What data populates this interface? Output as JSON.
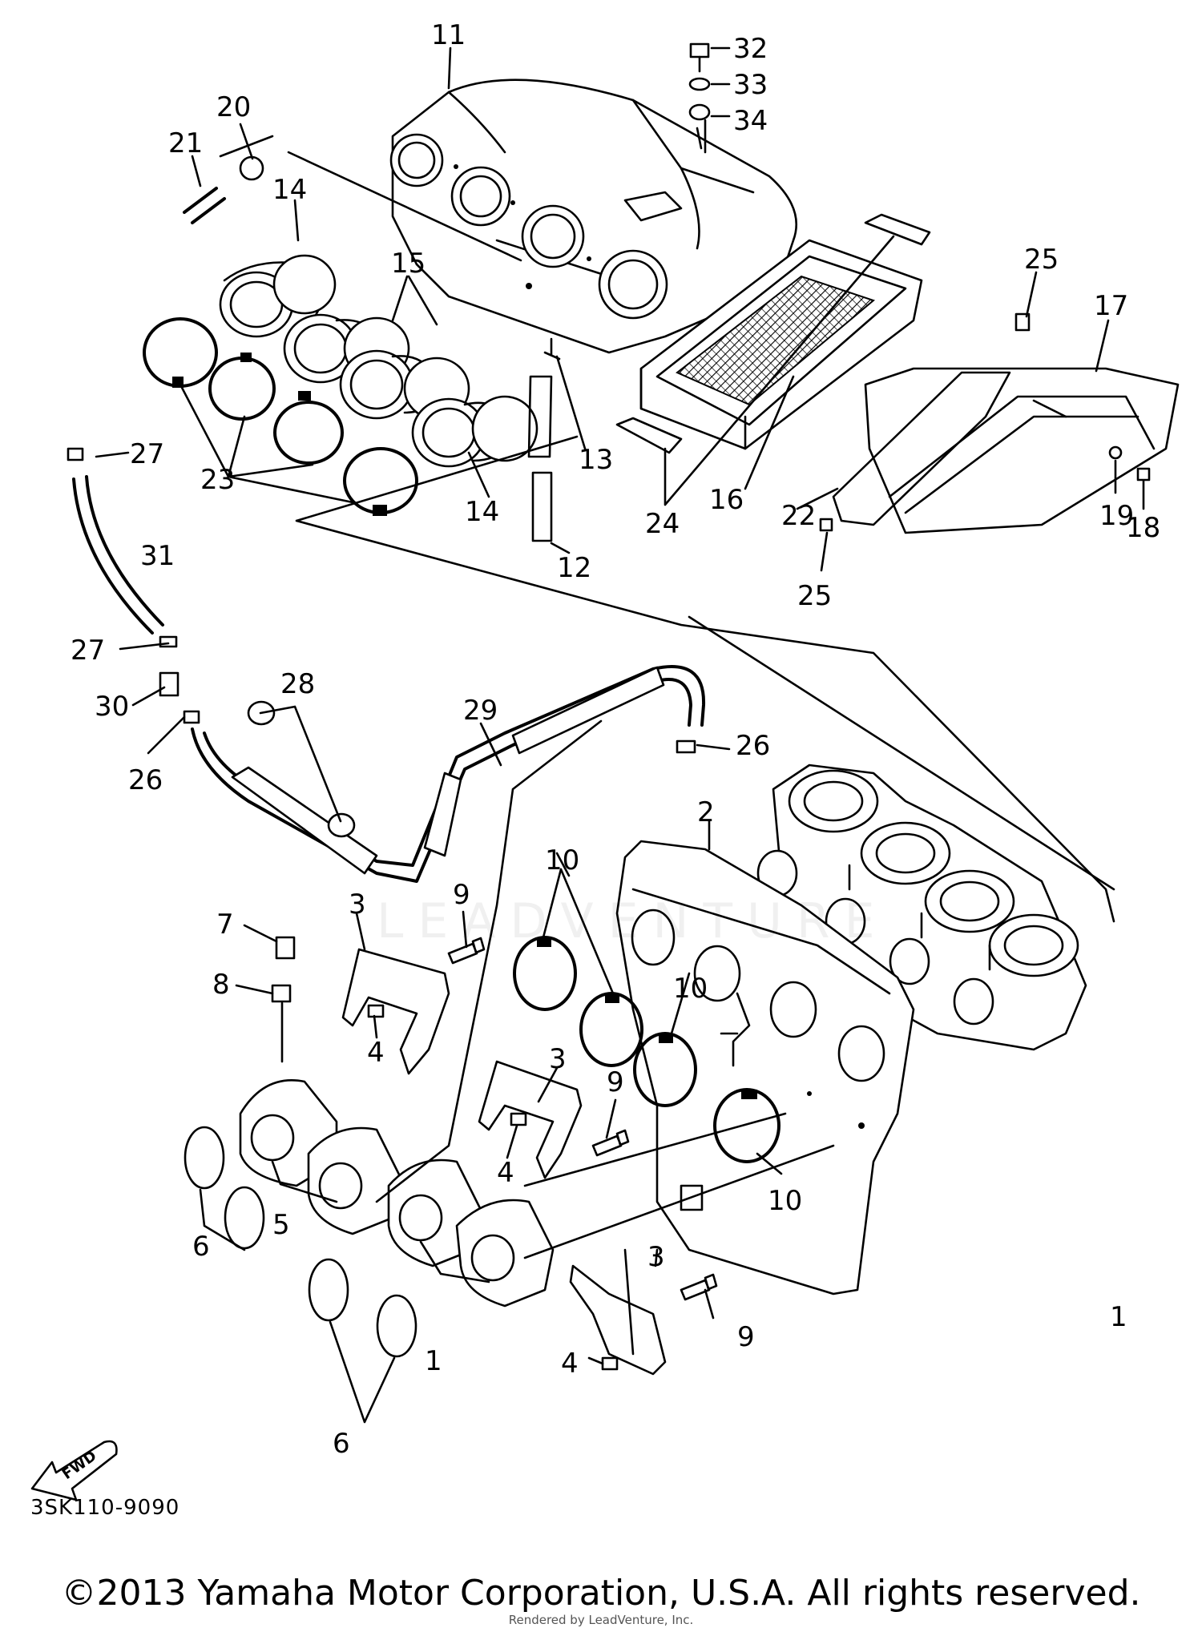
{
  "diagram": {
    "callouts": [
      "1",
      "2",
      "3",
      "4",
      "5",
      "6",
      "7",
      "8",
      "9",
      "10",
      "11",
      "12",
      "13",
      "14",
      "15",
      "16",
      "17",
      "18",
      "19",
      "20",
      "21",
      "22",
      "23",
      "24",
      "25",
      "26",
      "27",
      "28",
      "29",
      "30",
      "31",
      "32",
      "33",
      "34"
    ],
    "direction_label": "FWD",
    "code": "3SK110-9090",
    "watermark": "LEADVENTURE"
  },
  "footer": {
    "copyright": "©2013 Yamaha Motor Corporation, U.S.A. All rights reserved.",
    "rendered_by": "Rendered by LeadVenture, Inc."
  },
  "colors": {
    "ink": "#000000",
    "paper": "#ffffff"
  }
}
